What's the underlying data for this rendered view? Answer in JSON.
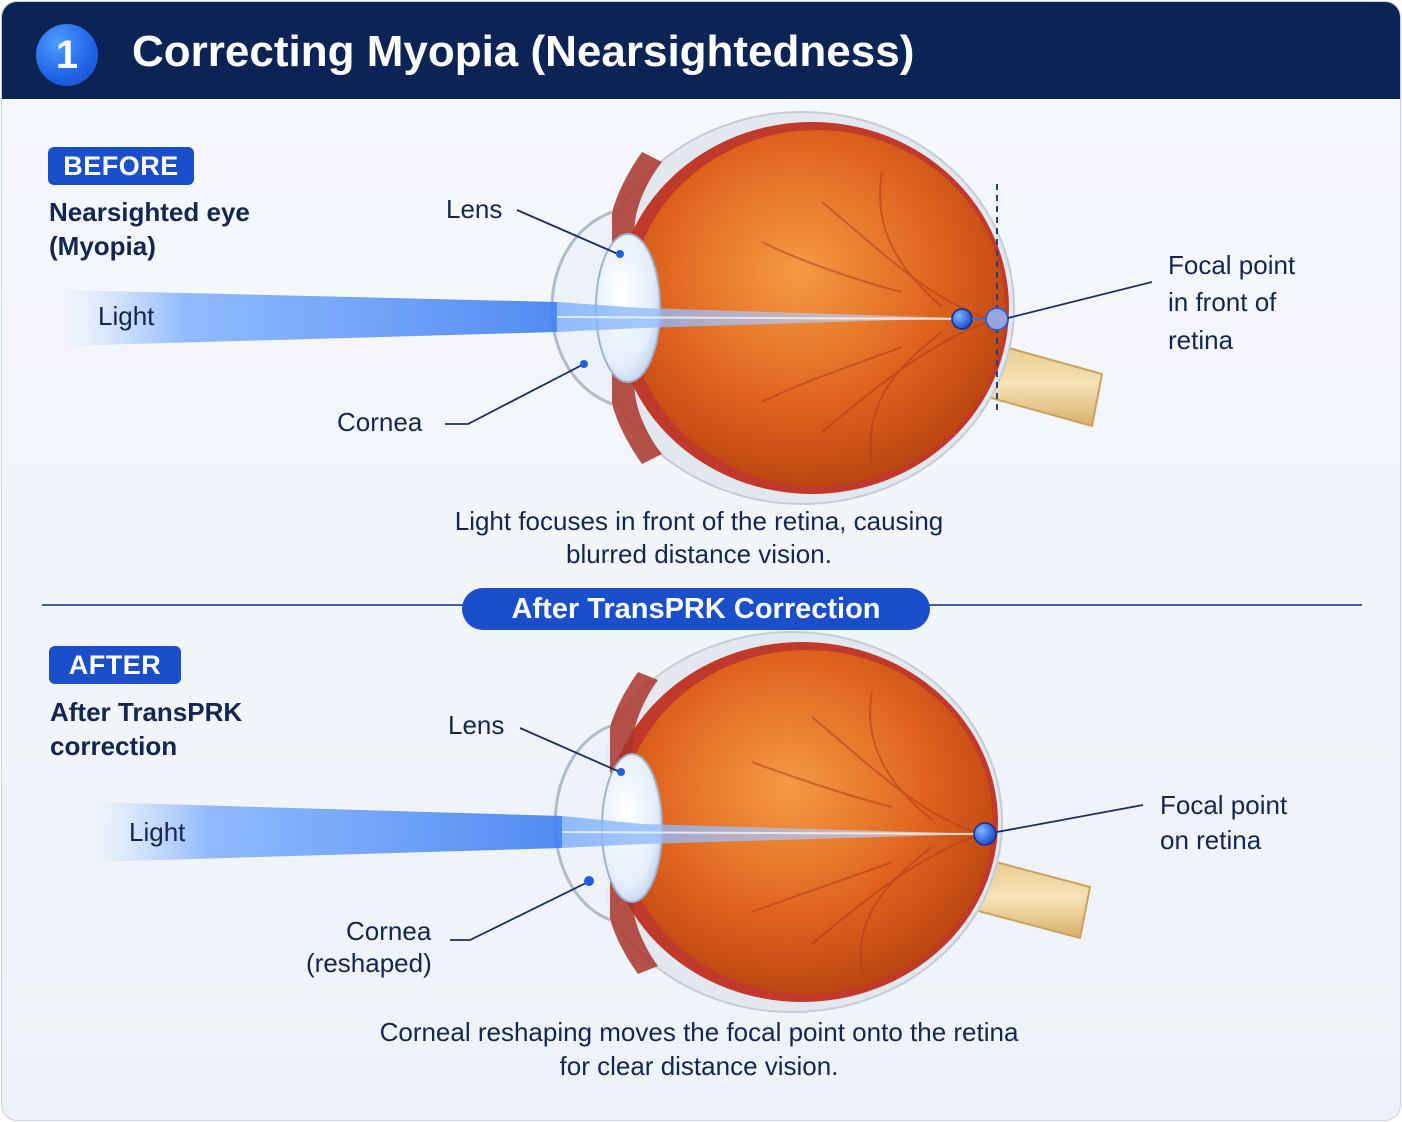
{
  "header": {
    "step_number": "1",
    "title": "Correcting Myopia (Nearsightedness)"
  },
  "before": {
    "badge": "BEFORE",
    "subtitle_line1": "Nearsighted eye",
    "subtitle_line2": "(Myopia)",
    "light_label": "Light",
    "lens_label": "Lens",
    "cornea_label": "Cornea",
    "focal_line1": "Focal point",
    "focal_line2": "in front of",
    "focal_line3": "retina",
    "caption_line1": "Light focuses in front of the retina, causing",
    "caption_line2": "blurred distance vision."
  },
  "divider": {
    "label": "After TransPRK Correction"
  },
  "after": {
    "badge": "AFTER",
    "subtitle_line1": "After TransPRK",
    "subtitle_line2": "correction",
    "light_label": "Light",
    "lens_label": "Lens",
    "cornea_line1": "Cornea",
    "cornea_line2": "(reshaped)",
    "focal_line1": "Focal point",
    "focal_line2": "on retina",
    "caption_line1": "Corneal reshaping moves the focal point onto the retina",
    "caption_line2": "for clear distance vision."
  },
  "colors": {
    "header_bg": "#0c2355",
    "accent_blue": "#1a4fc9",
    "eye_orange": "#e0661f",
    "text_navy": "#14254f"
  }
}
